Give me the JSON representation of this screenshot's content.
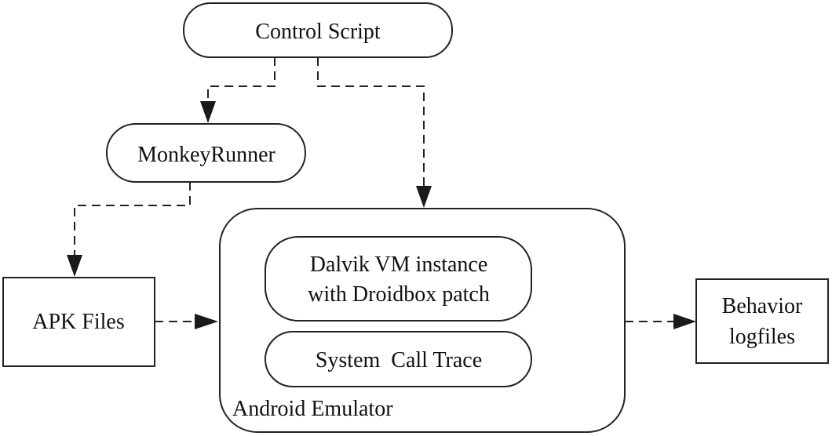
{
  "nodes": {
    "control_script": {
      "label": "Control Script"
    },
    "monkeyrunner": {
      "label": "MonkeyRunner"
    },
    "apk_files": {
      "label": "APK Files"
    },
    "android_emulator": {
      "label": "Android Emulator"
    },
    "dalvik_vm": {
      "line1": "Dalvik VM instance",
      "line2": "with Droidbox patch"
    },
    "system_call_trace": {
      "label": "System  Call Trace"
    },
    "behavior_logfiles": {
      "line1": "Behavior",
      "line2": "logfiles"
    }
  },
  "edges": [
    {
      "from": "control_script",
      "to": "monkeyrunner",
      "style": "dashed"
    },
    {
      "from": "control_script",
      "to": "android_emulator",
      "style": "dashed"
    },
    {
      "from": "monkeyrunner",
      "to": "apk_files",
      "style": "dashed"
    },
    {
      "from": "apk_files",
      "to": "android_emulator",
      "style": "dashed"
    },
    {
      "from": "android_emulator",
      "to": "behavior_logfiles",
      "style": "dashed"
    }
  ],
  "colors": {
    "stroke": "#222222",
    "background": "#ffffff",
    "text": "#111111"
  }
}
